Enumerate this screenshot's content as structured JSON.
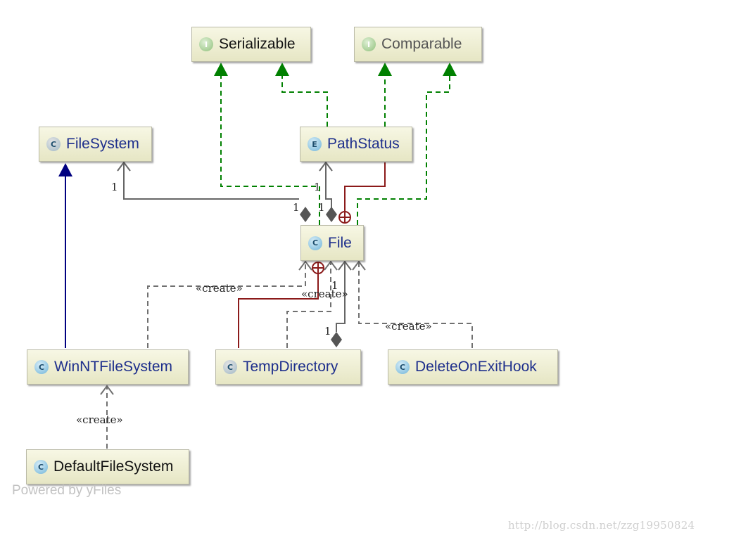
{
  "nodes": {
    "serializable": {
      "label": "Serializable",
      "kind": "interface",
      "badge": "I"
    },
    "comparable": {
      "label": "Comparable",
      "kind": "interface",
      "badge": "I"
    },
    "file_system": {
      "label": "FileSystem",
      "kind": "abstract-class",
      "badge": "C"
    },
    "path_status": {
      "label": "PathStatus",
      "kind": "enum",
      "badge": "E"
    },
    "file": {
      "label": "File",
      "kind": "class",
      "badge": "C"
    },
    "win_nt_file_system": {
      "label": "WinNTFileSystem",
      "kind": "class",
      "badge": "C"
    },
    "temp_directory": {
      "label": "TempDirectory",
      "kind": "static-class",
      "badge": "C"
    },
    "delete_on_exit_hook": {
      "label": "DeleteOnExitHook",
      "kind": "class",
      "badge": "C"
    },
    "default_file_system": {
      "label": "DefaultFileSystem",
      "kind": "class",
      "badge": "C"
    }
  },
  "edge_labels": {
    "create": "«create»",
    "multiplicity": "1"
  },
  "colors": {
    "implements": "#008000",
    "extends": "#000080",
    "association": "#606060",
    "inner": "#8b1a1a",
    "dependency": "#707070"
  },
  "footer": {
    "powered_by": "Powered by yFiles",
    "watermark": "http://blog.csdn.net/zzg19950824"
  }
}
